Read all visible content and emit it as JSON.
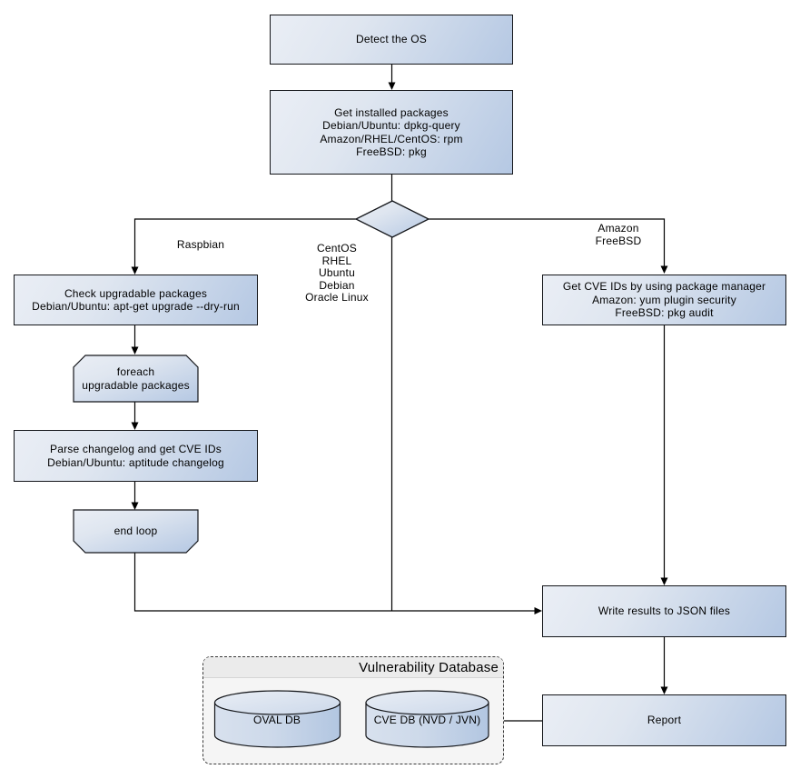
{
  "nodes": {
    "detect_os": {
      "label": "Detect the OS"
    },
    "get_installed": {
      "label": "Get installed packages\nDebian/Ubuntu: dpkg-query\nAmazon/RHEL/CentOS: rpm\nFreeBSD: pkg"
    },
    "check_upgradable": {
      "label": "Check upgradable packages\nDebian/Ubuntu: apt-get upgrade --dry-run"
    },
    "foreach_loop": {
      "label": "foreach\nupgradable packages"
    },
    "parse_changelog": {
      "label": "Parse changelog and get CVE IDs\nDebian/Ubuntu: aptitude changelog"
    },
    "end_loop": {
      "label": "end loop"
    },
    "get_cve_ids": {
      "label": "Get CVE IDs by using package manager\nAmazon: yum plugin security\nFreeBSD: pkg audit"
    },
    "write_results": {
      "label": "Write results to JSON files"
    },
    "report": {
      "label": "Report"
    }
  },
  "edge_labels": {
    "raspbian": "Raspbian",
    "os_group": "CentOS\nRHEL\nUbuntu\nDebian\nOracle Linux",
    "amazon_group": "Amazon\nFreeBSD"
  },
  "database": {
    "title": "Vulnerability Database",
    "cylinders": [
      {
        "label": "OVAL DB"
      },
      {
        "label": "CVE DB (NVD / JVN)"
      }
    ]
  },
  "colors": {
    "node_fill_light": "#eaeef5",
    "node_fill_dark": "#b5c8e3",
    "node_border": "#14161a",
    "container_fill": "#f5f5f5",
    "container_band": "#ebebeb",
    "line": "#000000",
    "background": "#ffffff"
  }
}
